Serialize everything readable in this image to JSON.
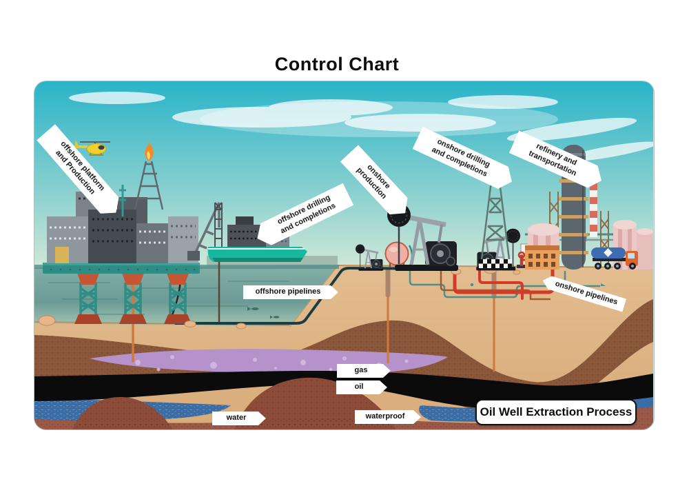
{
  "title": "Control Chart",
  "diagram": {
    "badge": "Oil Well Extraction Process",
    "tags": {
      "offshore_platform": "offshore platform\nand Production",
      "offshore_drilling": "offshore drilling\nand completions",
      "onshore_production": "onshore\nproduction",
      "onshore_drilling": "onshore drilling\nand completions",
      "refinery": "refinery and\ntransportation",
      "offshore_pipelines": "offshore pipelines",
      "onshore_pipelines": "onshore pipelines",
      "gas": "gas",
      "oil": "oil",
      "water": "water",
      "waterproof": "waterproof"
    },
    "palette": {
      "sky": "#29b4c8",
      "sea": "#7aa9a2",
      "sand": "#ddb287",
      "rock_layer": "#8a573a",
      "gas_layer": "#b592c9",
      "oil_layer": "#0b0b0c",
      "water_layer": "#3a6ca6",
      "deep_layer": "#9a5847",
      "pipe_red": "#d43a2a",
      "pipe_teal": "#4f8f8b",
      "platform_teal": "#2e8d85",
      "ship_teal": "#18b79e"
    }
  }
}
